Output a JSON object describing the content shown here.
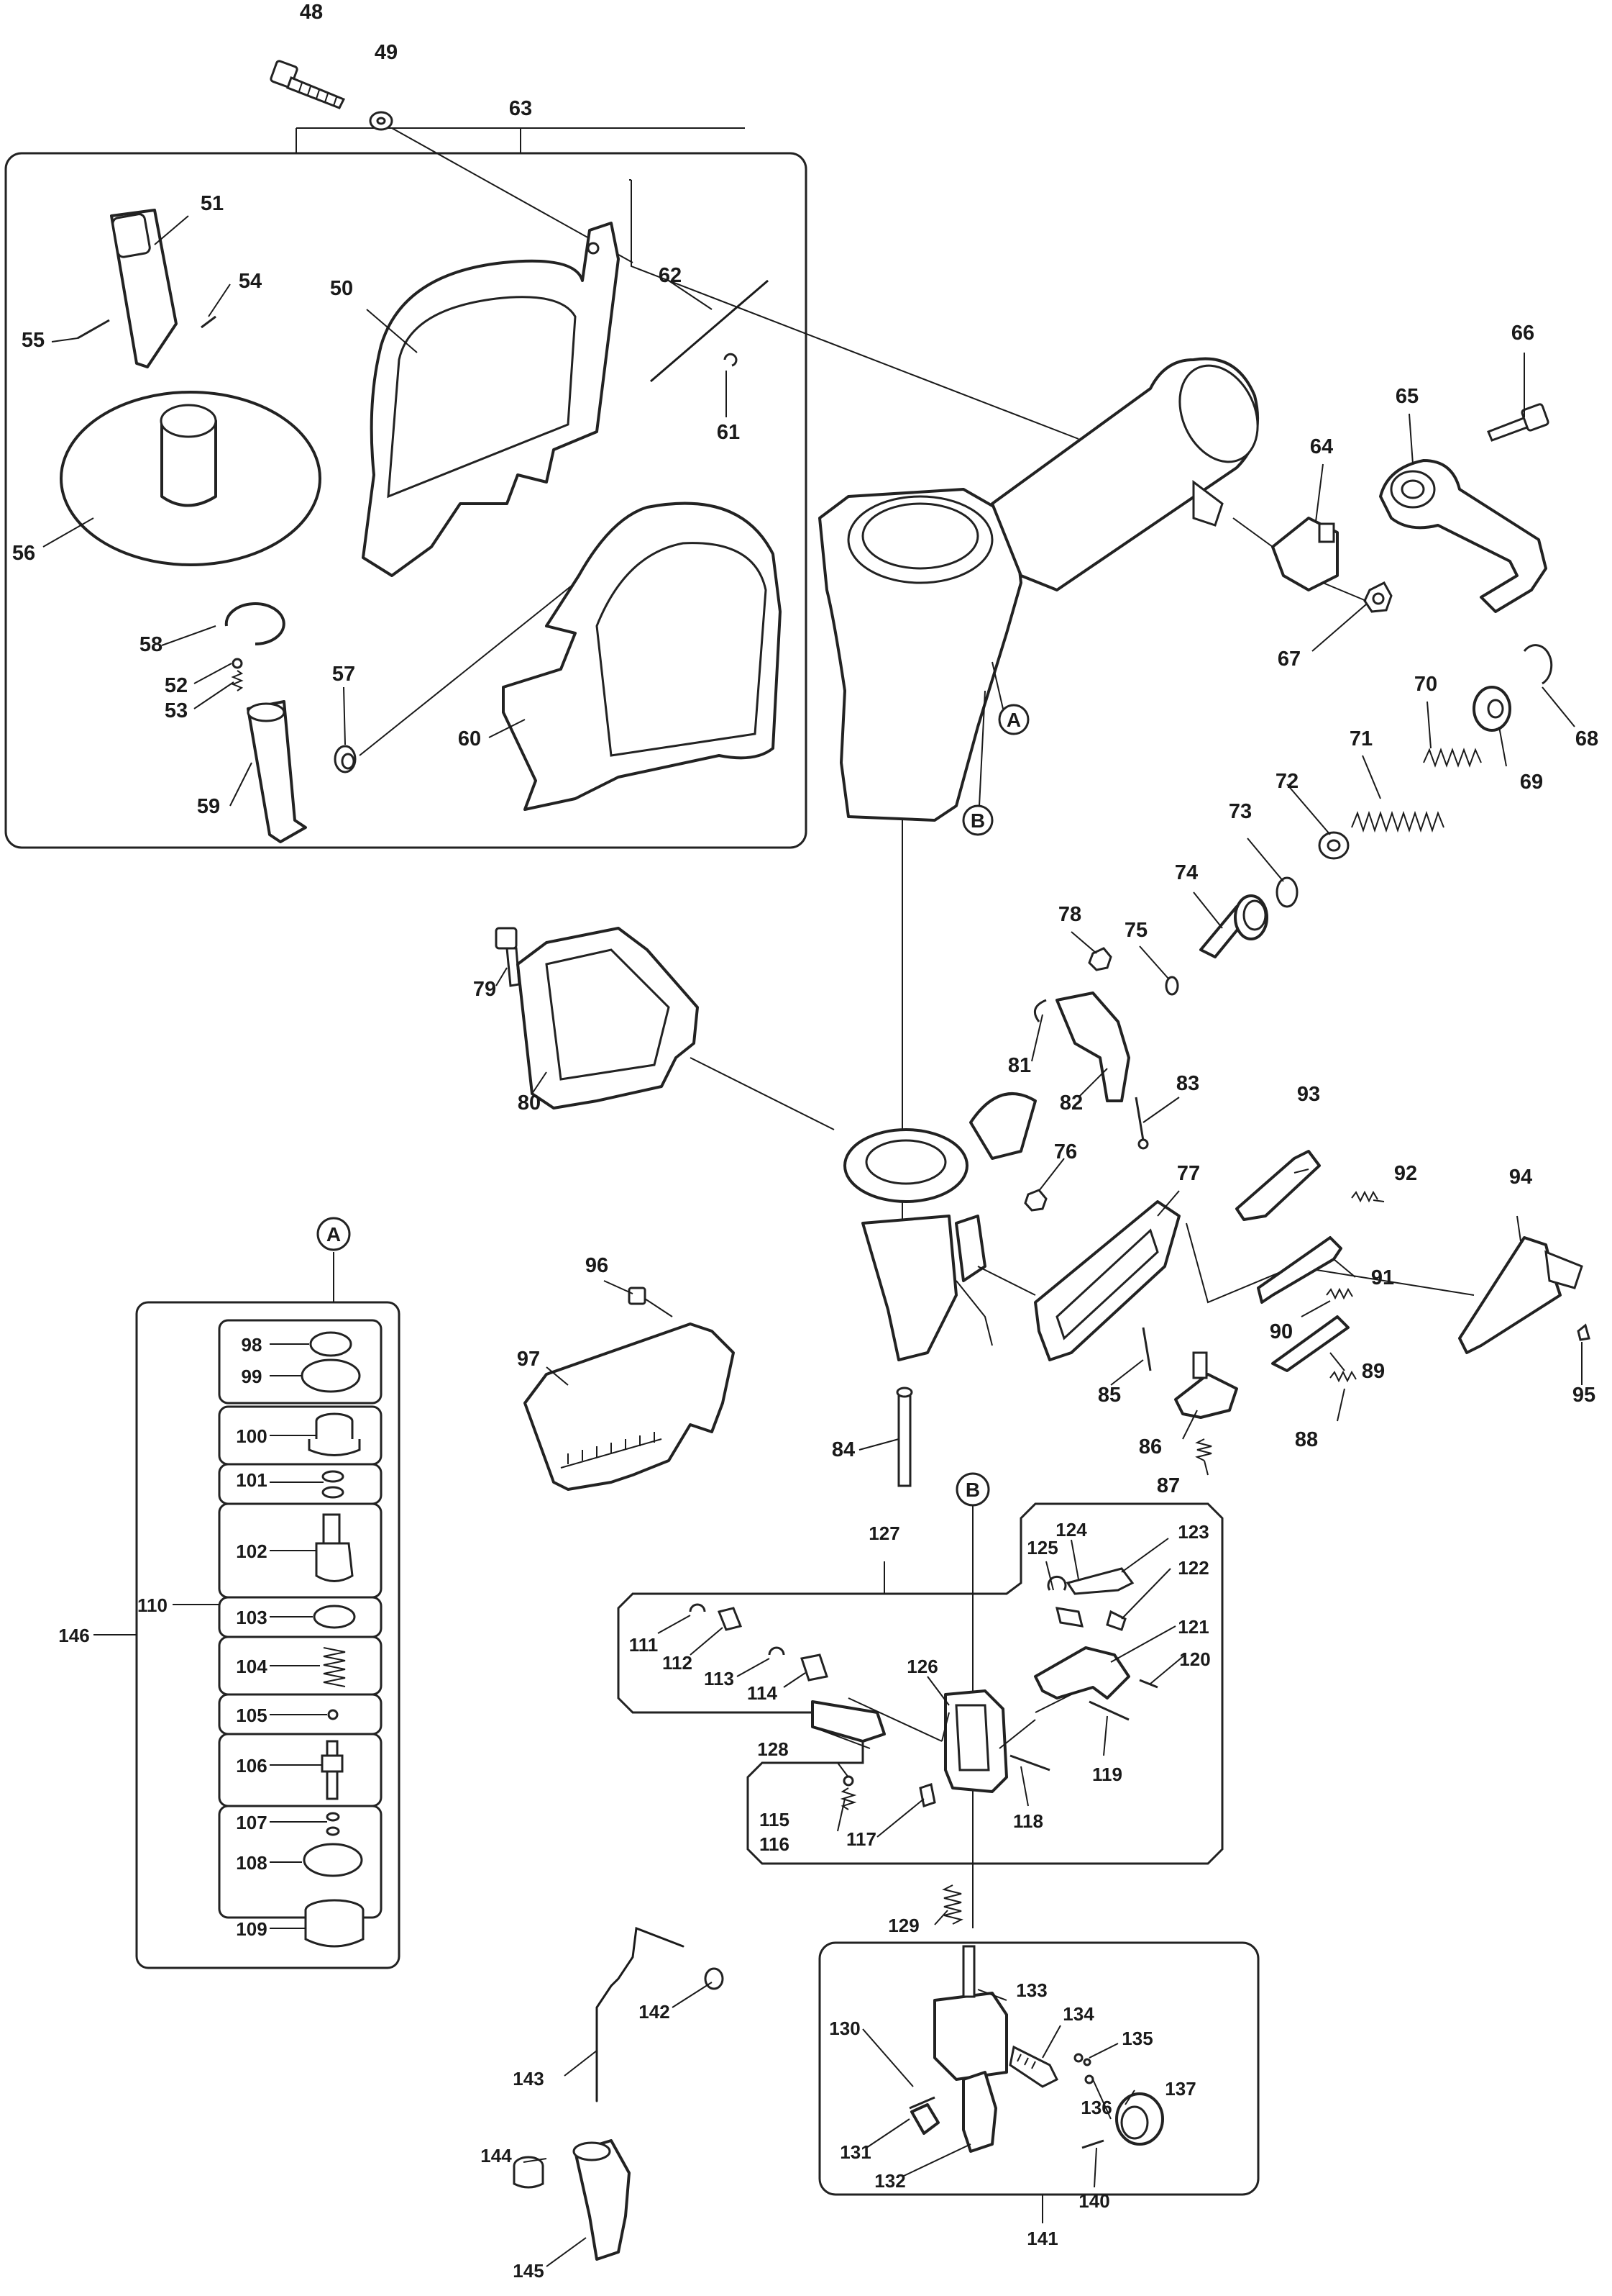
{
  "callouts": {
    "A": "A",
    "B": "B"
  },
  "parts": {
    "p48": "48",
    "p49": "49",
    "p50": "50",
    "p51": "51",
    "p52": "52",
    "p53": "53",
    "p54": "54",
    "p55": "55",
    "p56": "56",
    "p57": "57",
    "p58": "58",
    "p59": "59",
    "p60": "60",
    "p61": "61",
    "p62": "62",
    "p63": "63",
    "p64": "64",
    "p65": "65",
    "p66": "66",
    "p67": "67",
    "p68": "68",
    "p69": "69",
    "p70": "70",
    "p71": "71",
    "p72": "72",
    "p73": "73",
    "p74": "74",
    "p75": "75",
    "p76": "76",
    "p77": "77",
    "p78": "78",
    "p79": "79",
    "p80": "80",
    "p81": "81",
    "p82": "82",
    "p83": "83",
    "p84": "84",
    "p85": "85",
    "p86": "86",
    "p87": "87",
    "p88": "88",
    "p89": "89",
    "p90": "90",
    "p91": "91",
    "p92": "92",
    "p93": "93",
    "p94": "94",
    "p95": "95",
    "p96": "96",
    "p97": "97",
    "p98": "98",
    "p99": "99",
    "p100": "100",
    "p101": "101",
    "p102": "102",
    "p103": "103",
    "p104": "104",
    "p105": "105",
    "p106": "106",
    "p107": "107",
    "p108": "108",
    "p109": "109",
    "p110": "110",
    "p111": "111",
    "p112": "112",
    "p113": "113",
    "p114": "114",
    "p115": "115",
    "p116": "116",
    "p117": "117",
    "p118": "118",
    "p119": "119",
    "p120": "120",
    "p121": "121",
    "p122": "122",
    "p123": "123",
    "p124": "124",
    "p125": "125",
    "p126": "126",
    "p127": "127",
    "p128": "128",
    "p129": "129",
    "p130": "130",
    "p131": "131",
    "p132": "132",
    "p133": "133",
    "p134": "134",
    "p135": "135",
    "p136": "136",
    "p137": "137",
    "p140": "140",
    "p141": "141",
    "p142": "142",
    "p143": "143",
    "p144": "144",
    "p145": "145",
    "p146": "146"
  }
}
